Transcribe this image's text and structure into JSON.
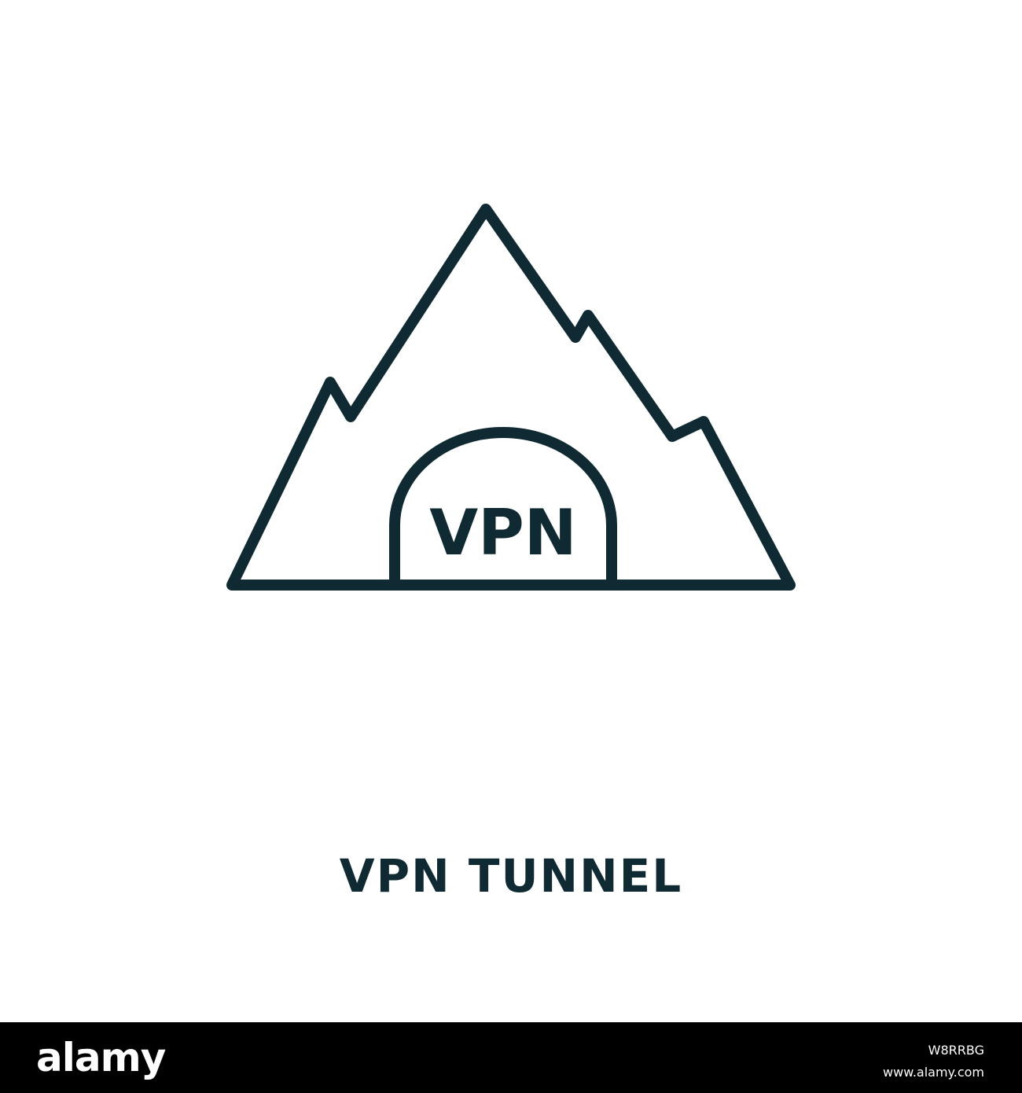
{
  "icon": {
    "name": "vpn-tunnel-icon",
    "label": "VPN",
    "stroke_color": "#0f2a33"
  },
  "caption": "VPN TUNNEL",
  "footer": {
    "brand": "alamy",
    "stock_id": "W8RRBG",
    "url": "www.alamy.com",
    "background": "#000000"
  }
}
